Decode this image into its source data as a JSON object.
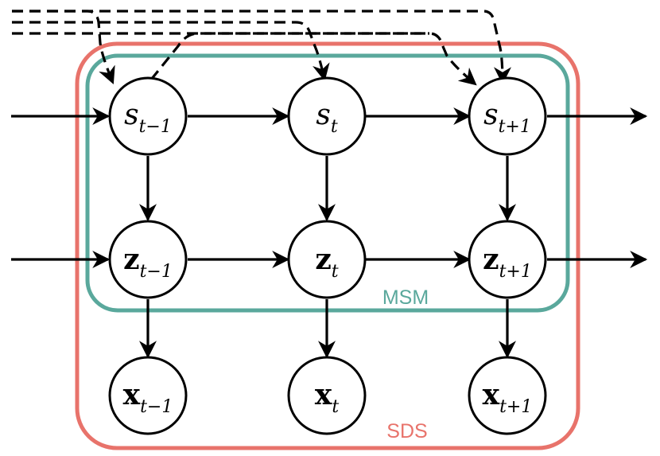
{
  "boxes": {
    "sds": {
      "label": "SDS",
      "color": "#e8736b"
    },
    "msm": {
      "label": "MSM",
      "color": "#5aa89c"
    }
  },
  "nodes": {
    "s_prev": {
      "var": "s",
      "sub": "t−1"
    },
    "s_curr": {
      "var": "s",
      "sub": "t"
    },
    "s_next": {
      "var": "s",
      "sub": "t+1"
    },
    "z_prev": {
      "var": "z",
      "sub": "t−1"
    },
    "z_curr": {
      "var": "z",
      "sub": "t"
    },
    "z_next": {
      "var": "z",
      "sub": "t+1"
    },
    "x_prev": {
      "var": "x",
      "sub": "t−1"
    },
    "x_curr": {
      "var": "x",
      "sub": "t"
    },
    "x_next": {
      "var": "x",
      "sub": "t+1"
    }
  }
}
